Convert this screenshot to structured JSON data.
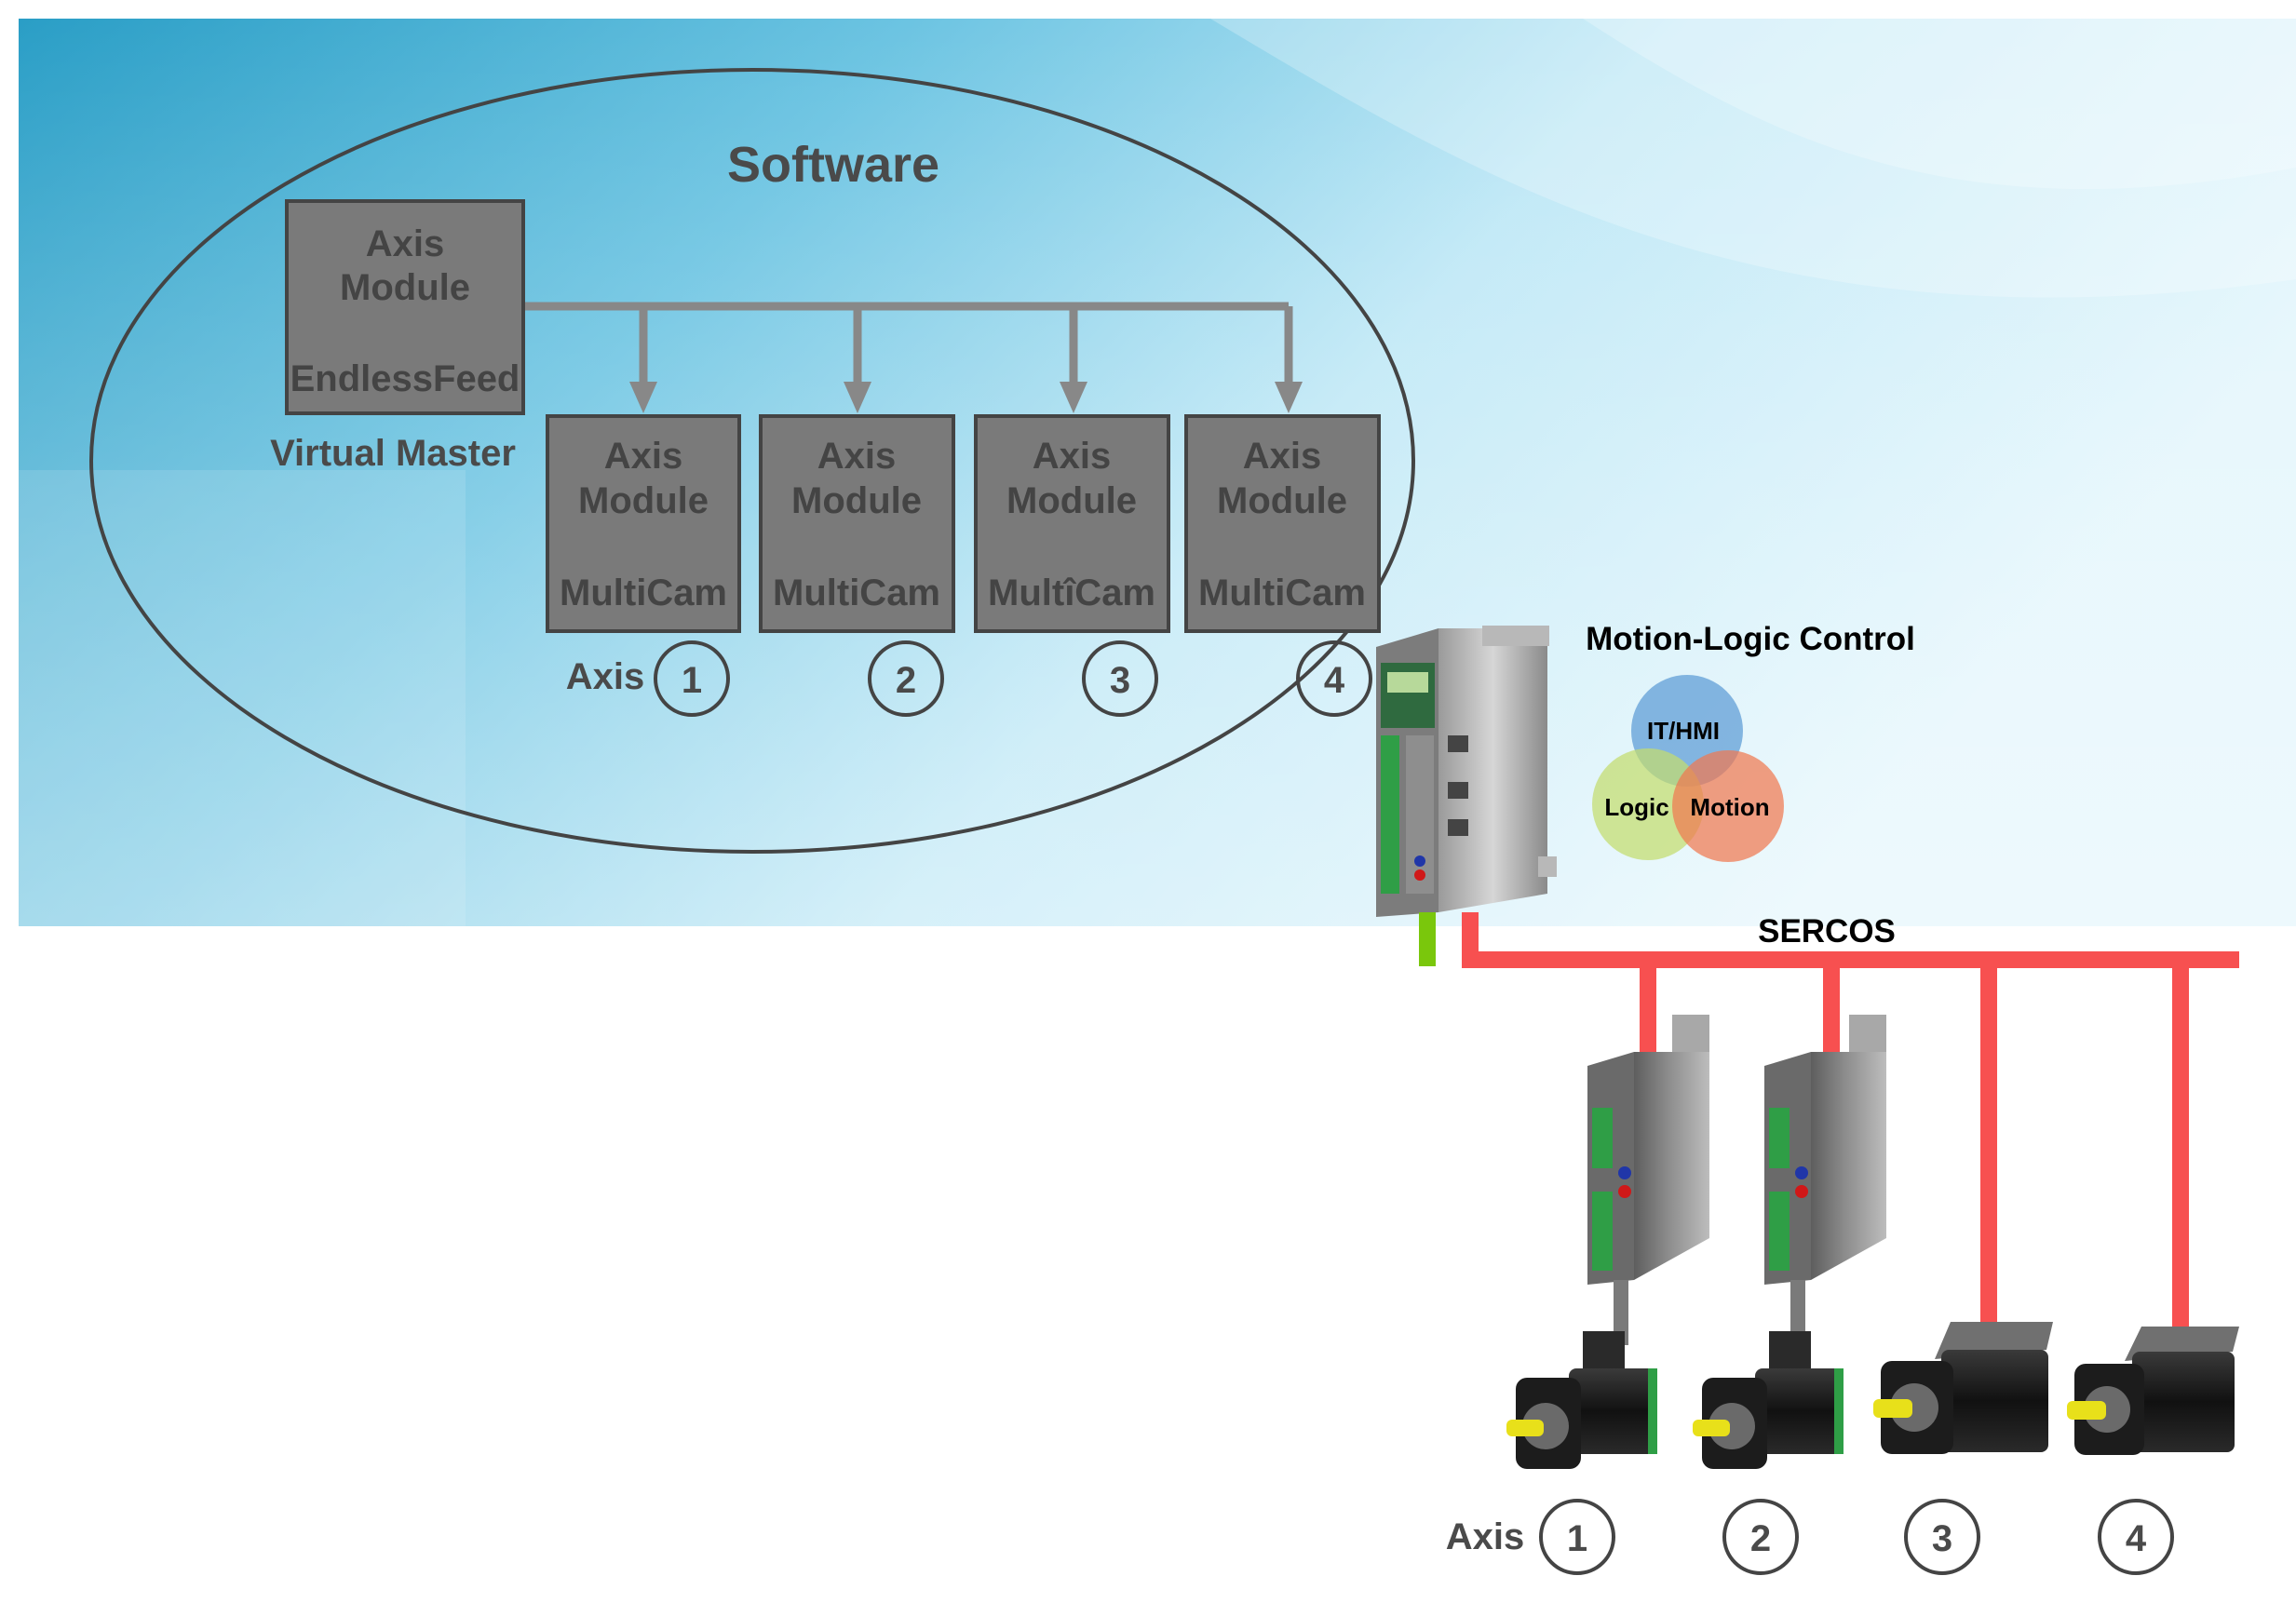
{
  "software_label": "Software",
  "virtual_master": {
    "label": "Virtual Master",
    "module": {
      "line1": "Axis",
      "line2": "Module",
      "line3": "EndlessFeed"
    }
  },
  "axis_modules": [
    {
      "line1": "Axis",
      "line2": "Module",
      "line3": "MultiCam"
    },
    {
      "line1": "Axis",
      "line2": "Module",
      "line3": "MultiCam"
    },
    {
      "line1": "Axis",
      "line2": "Module",
      "line3": "MultîCam"
    },
    {
      "line1": "Axis",
      "line2": "Module",
      "line3": "MultiCam"
    }
  ],
  "software_axes": {
    "label": "Axis",
    "numbers": [
      "1",
      "2",
      "3",
      "4"
    ]
  },
  "controller": {
    "title": "Motion-Logic Control",
    "venn": {
      "top": "IT/HMI",
      "left": "Logic",
      "right": "Motion"
    },
    "venn_colors": {
      "top": "#5b9bd5",
      "left": "#c4dc6e",
      "right": "#f07850"
    }
  },
  "bus": {
    "label": "SERCOS",
    "color": "#f75050",
    "ethernet_color": "#7ac70c"
  },
  "hardware_axes": {
    "label": "Axis",
    "numbers": [
      "1",
      "2",
      "3",
      "4"
    ]
  }
}
